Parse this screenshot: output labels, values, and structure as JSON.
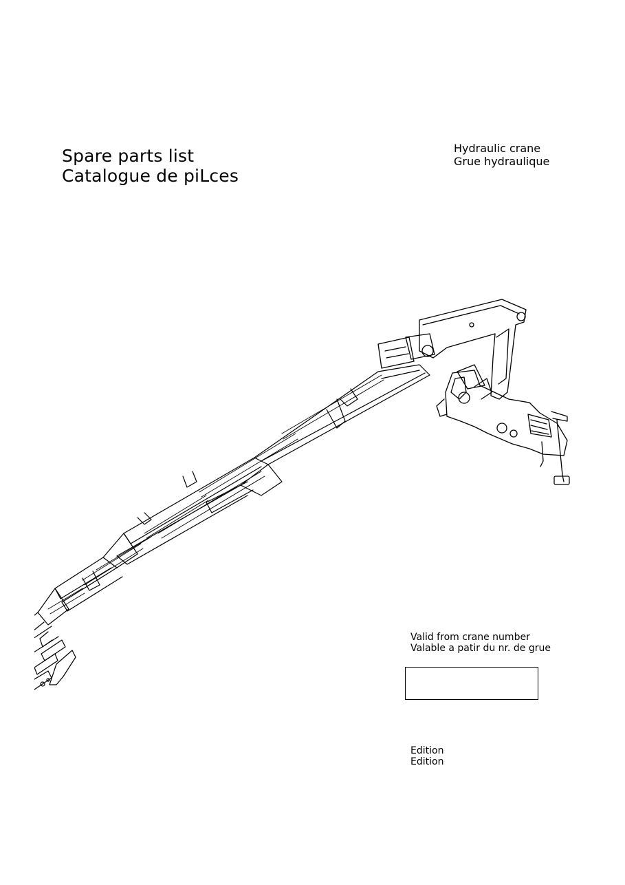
{
  "title": {
    "line1": "Spare parts list",
    "line2": "Catalogue de piLces"
  },
  "product": {
    "line1": "Hydraulic crane",
    "line2": "Grue hydraulique"
  },
  "validity": {
    "line1": "Valid from crane number",
    "line2": "Valable a patir du nr. de grue",
    "crane_number": ""
  },
  "edition": {
    "line1": "Edition",
    "line2": "Edition"
  }
}
